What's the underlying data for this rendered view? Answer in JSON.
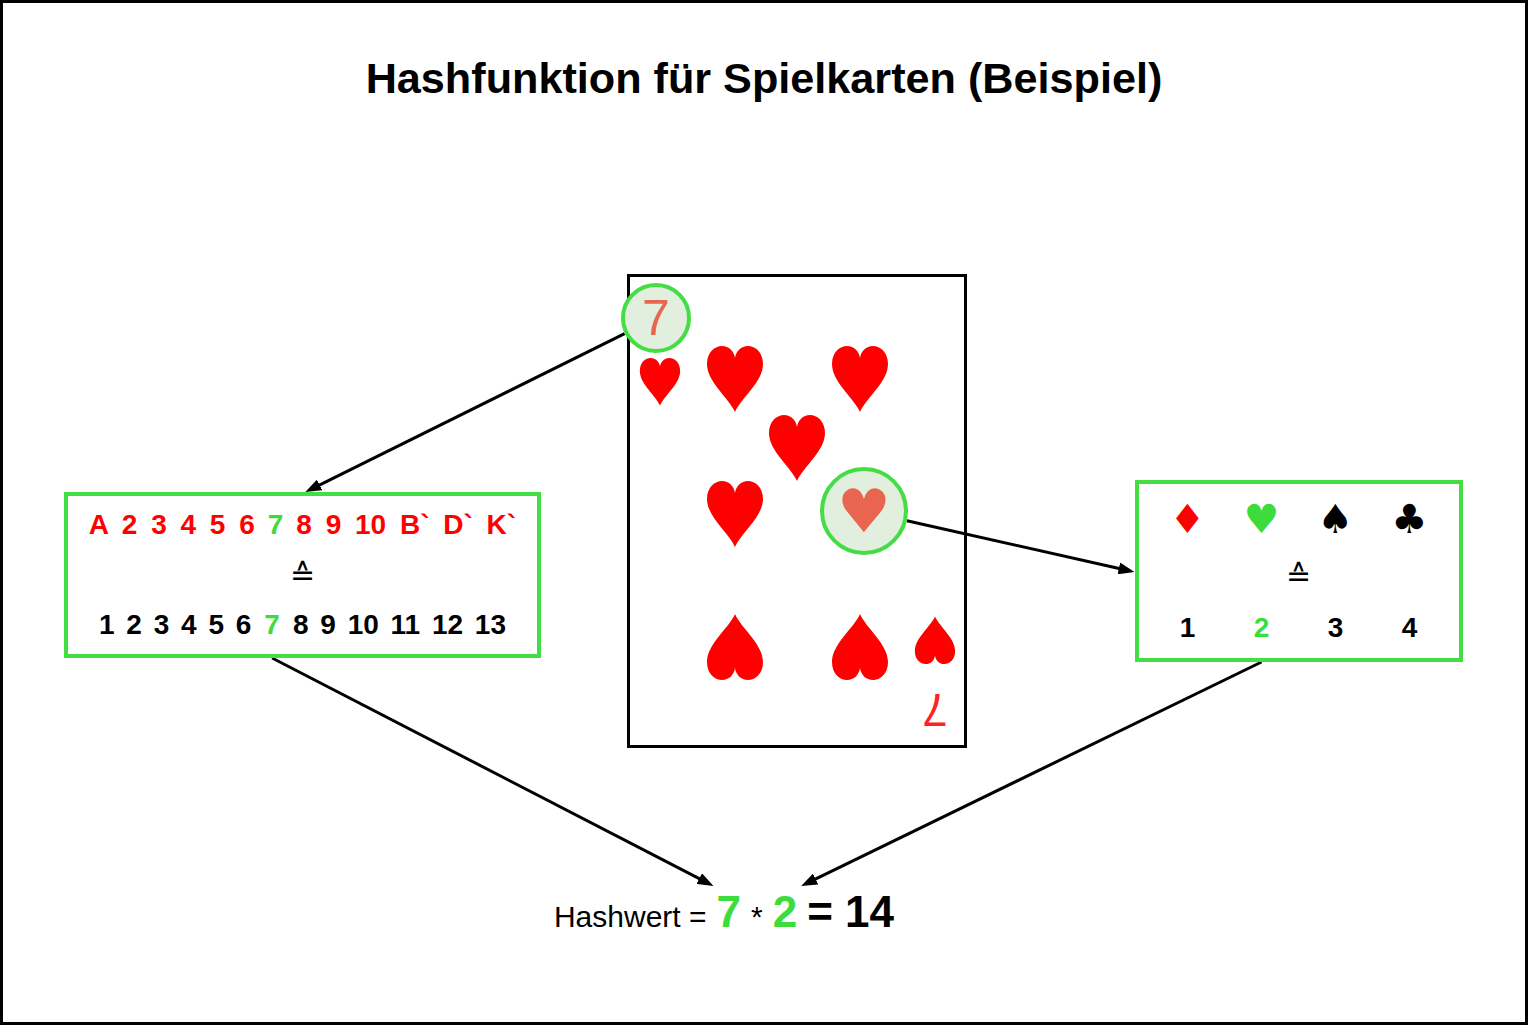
{
  "diagram": {
    "title": "Hashfunktion für Spielkarten (Beispiel)",
    "nodes": [
      {
        "text": [
          "7"
        ]
      },
      {
        "text": [
          "7"
        ],
        "in": 0
      },
      {
        "text": [
          "♥"
        ],
        "in": 0
      },
      {
        "text": [
          "A 2 3 4 5 6",
          "7",
          "8 9 10 B` D` K`",
          "≙",
          "1 2 3 4 5 6",
          "7",
          "8 9 10 11 12 13"
        ]
      },
      {
        "text": [
          "♦",
          "♥",
          "♠",
          "♣",
          "≙",
          "1",
          "2",
          "3",
          "4"
        ]
      },
      {
        "text": [
          "Hashwert =",
          "7",
          "*",
          "2",
          "= 14"
        ]
      }
    ],
    "edges": [
      {
        "from": 1,
        "to": 3,
        "arrow": "to"
      },
      {
        "from": 2,
        "to": 4,
        "arrow": "to"
      },
      {
        "from": 3,
        "to": 5,
        "arrow": "to"
      },
      {
        "from": 4,
        "to": 5,
        "arrow": "to"
      }
    ]
  }
}
